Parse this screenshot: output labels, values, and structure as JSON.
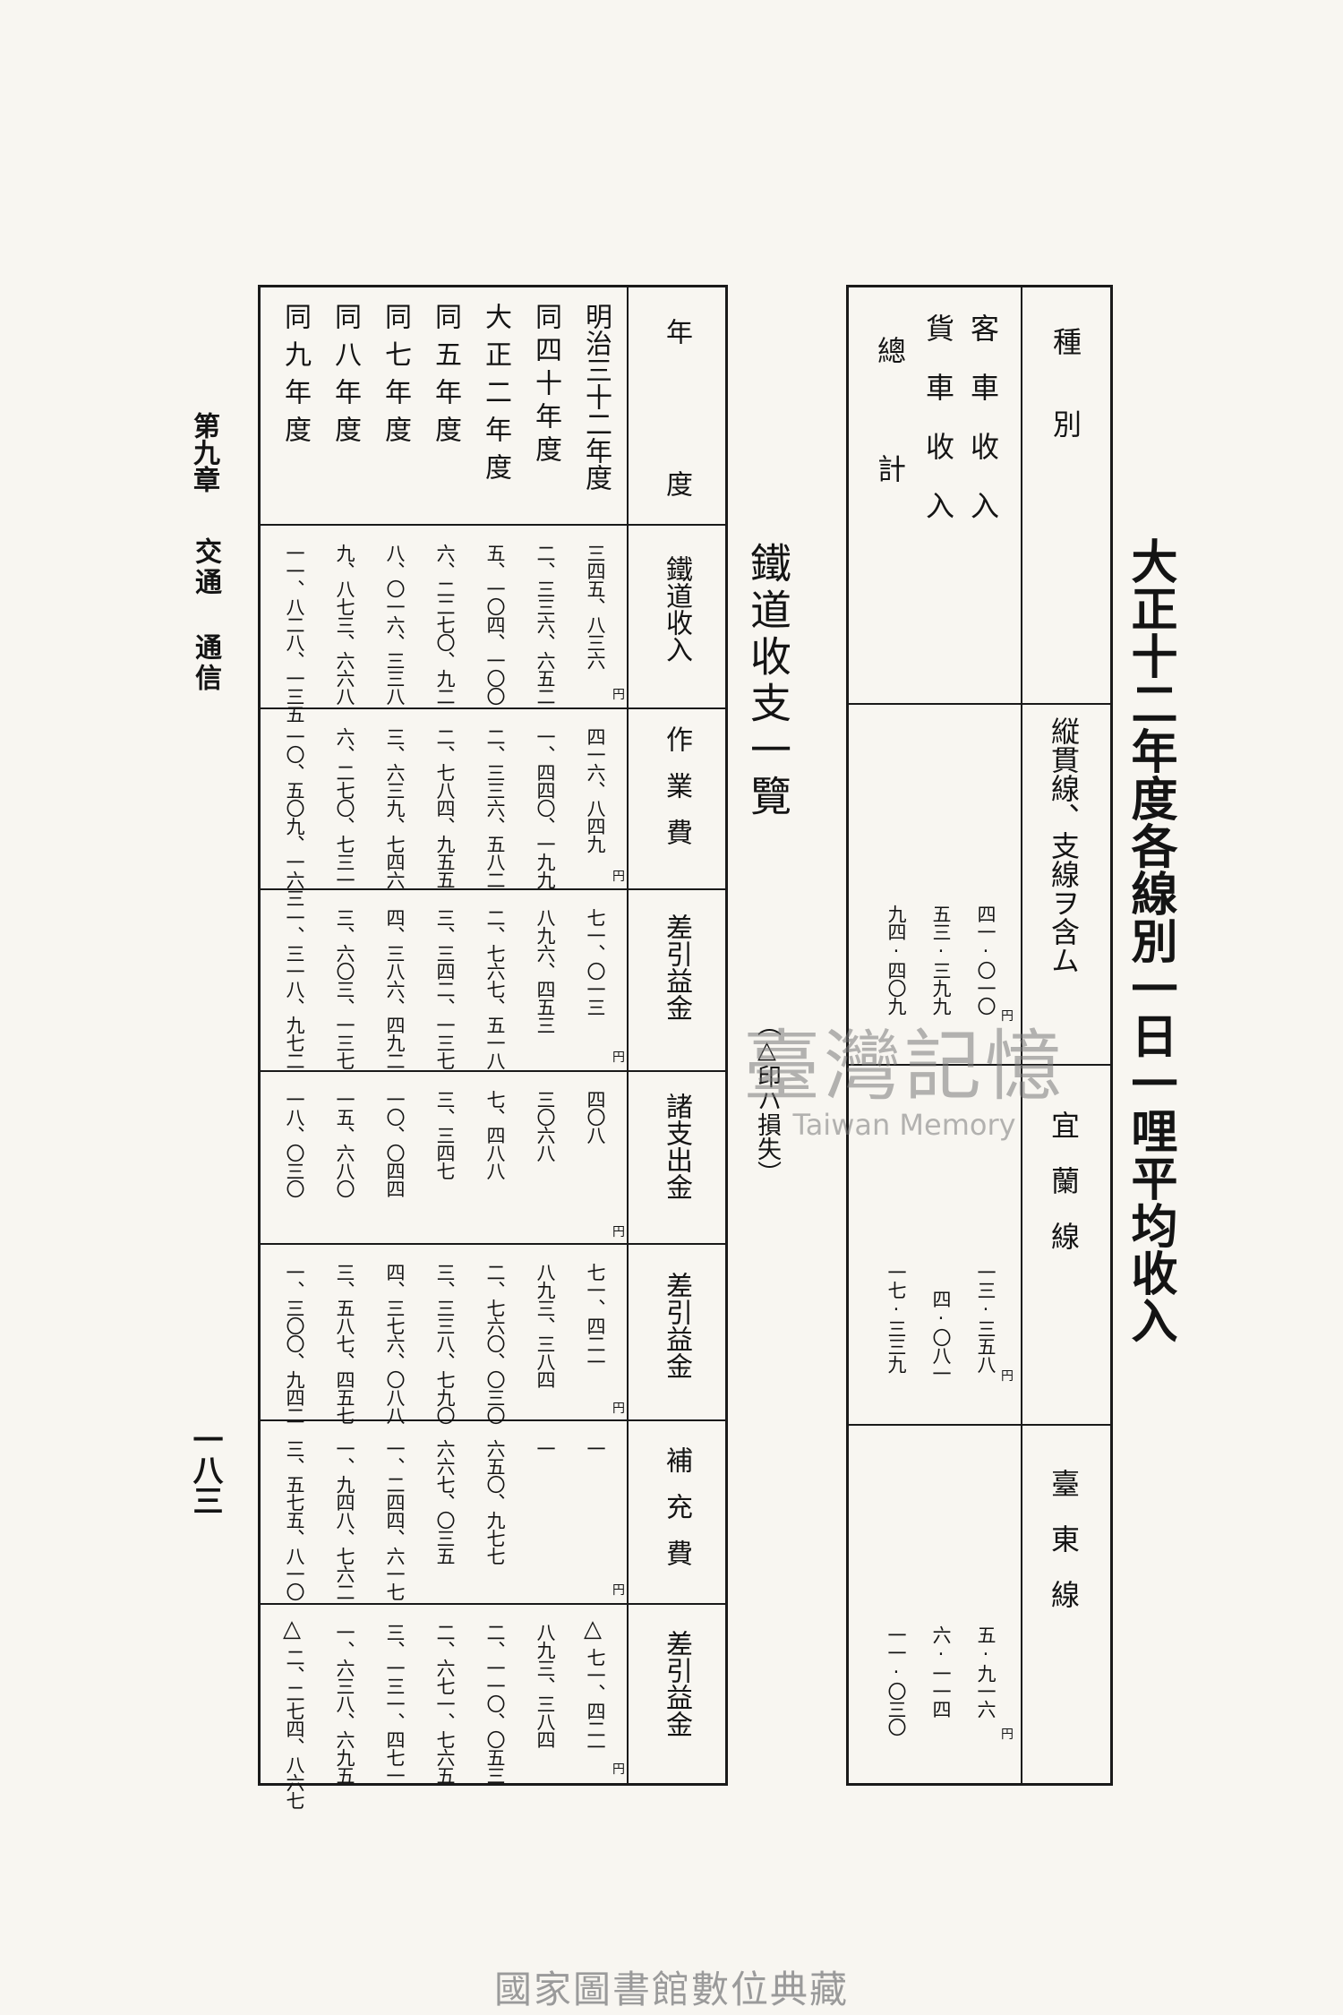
{
  "table1": {
    "title": "大正十二年度各線別一日一哩平均收入",
    "col_header": "種別",
    "row_labels": [
      "客車收入",
      "貨車收入",
      "總計"
    ],
    "lines": [
      {
        "name": "縦貫線、支線ヲ含ム",
        "unit": "円",
        "values": [
          "四一·〇一〇",
          "五三·三九九",
          "九四·四〇九"
        ]
      },
      {
        "name": "宜蘭線",
        "unit": "円",
        "values": [
          "一三·三五八",
          "四·〇八一",
          "一七·三三九"
        ]
      },
      {
        "name": "臺東線",
        "unit": "円",
        "values": [
          "五·九一六",
          "六·一一四",
          "一一·〇三〇"
        ]
      }
    ]
  },
  "table2": {
    "title": "鐵道收支一覽",
    "note": "（△印ハ損失）",
    "headers": [
      "年度",
      "鐵道收入",
      "作業費",
      "差引益金",
      "諸支出金",
      "差引益金",
      "補充費",
      "差引益金"
    ],
    "unit": "円",
    "rows": [
      {
        "year": "明治三十二年度",
        "cells": [
          "三四五、八三六",
          "四一六、八四九",
          "七一、〇一三",
          "四〇八",
          "七一、四二一",
          "一",
          "七一、四二一"
        ],
        "flag7": "△"
      },
      {
        "year": "同四十年度",
        "cells": [
          "二、三三六、六五二",
          "一、四四〇、一九九",
          "八九六、四五三",
          "三〇六八",
          "八九三、三八四",
          "一",
          "八九三、三八四"
        ],
        "flag7": ""
      },
      {
        "year": "大正二年度",
        "cells": [
          "五、一〇四、一〇〇",
          "二、三三六、五八二",
          "二、七六七、五一八",
          "七、四八八",
          "二、七六〇、〇三〇",
          "六五〇、九七七",
          "二、一一〇、〇五三"
        ],
        "flag7": ""
      },
      {
        "year": "同五年度",
        "cells": [
          "六、二二七〇、九二",
          "二、七八四、九五五",
          "三、三四二、一三七",
          "三、三四七",
          "三、三三八、七九〇",
          "六六七、〇三五",
          "二、六七一、七六五"
        ],
        "flag7": ""
      },
      {
        "year": "同七年度",
        "cells": [
          "八、〇一六、三三八",
          "三、六三九、七四六",
          "四、三八六、四九二",
          "一〇、〇四四",
          "四、三七六、〇八八",
          "一、二四四、六一七",
          "三、一三一、四七一"
        ],
        "flag7": ""
      },
      {
        "year": "同八年度",
        "cells": [
          "九、八七三、六六八",
          "六、二七〇、七三一",
          "三、六〇三、一三七",
          "一五、六八〇",
          "三、五八七、四五七",
          "一、九四八、七六二",
          "一、六三八、六九五"
        ],
        "flag7": ""
      },
      {
        "year": "同九年度",
        "cells": [
          "一一、八二八、一三五",
          "一〇、五〇九、一六三",
          "一、三一八、九七二",
          "一八、〇三〇",
          "一、三〇〇、九四二",
          "三、五七五、八一〇",
          "二、二七四、八六七"
        ],
        "flag7": "△"
      }
    ]
  },
  "page": {
    "chapter": "第九章",
    "chapter_sub": "交通 通信",
    "number": "一八三"
  },
  "watermark": {
    "cjk": "臺灣記憶",
    "en": "Taiwan Memory"
  },
  "footer": "國家圖書館數位典藏"
}
